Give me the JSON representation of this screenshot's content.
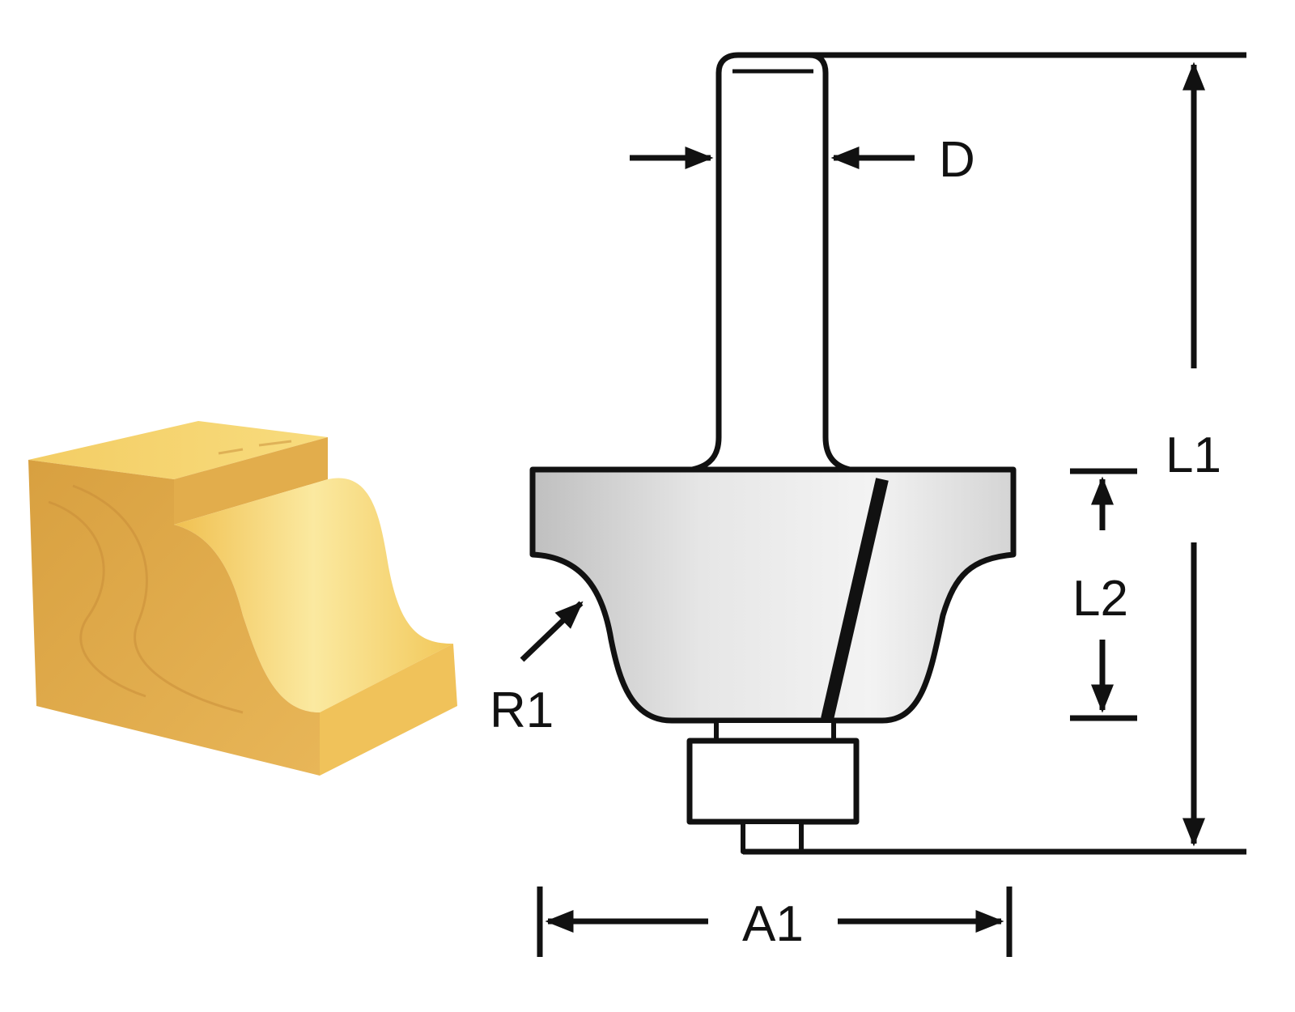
{
  "labels": {
    "D": "D",
    "L1": "L1",
    "L2": "L2",
    "R1": "R1",
    "A1": "A1"
  },
  "colors": {
    "outline": "#111111",
    "wood_light": "#f7d66a",
    "wood_mid": "#e9b54a",
    "wood_dark": "#c98a2e",
    "metal_light": "#f2f2f2",
    "metal_dark": "#bdbdbd"
  }
}
